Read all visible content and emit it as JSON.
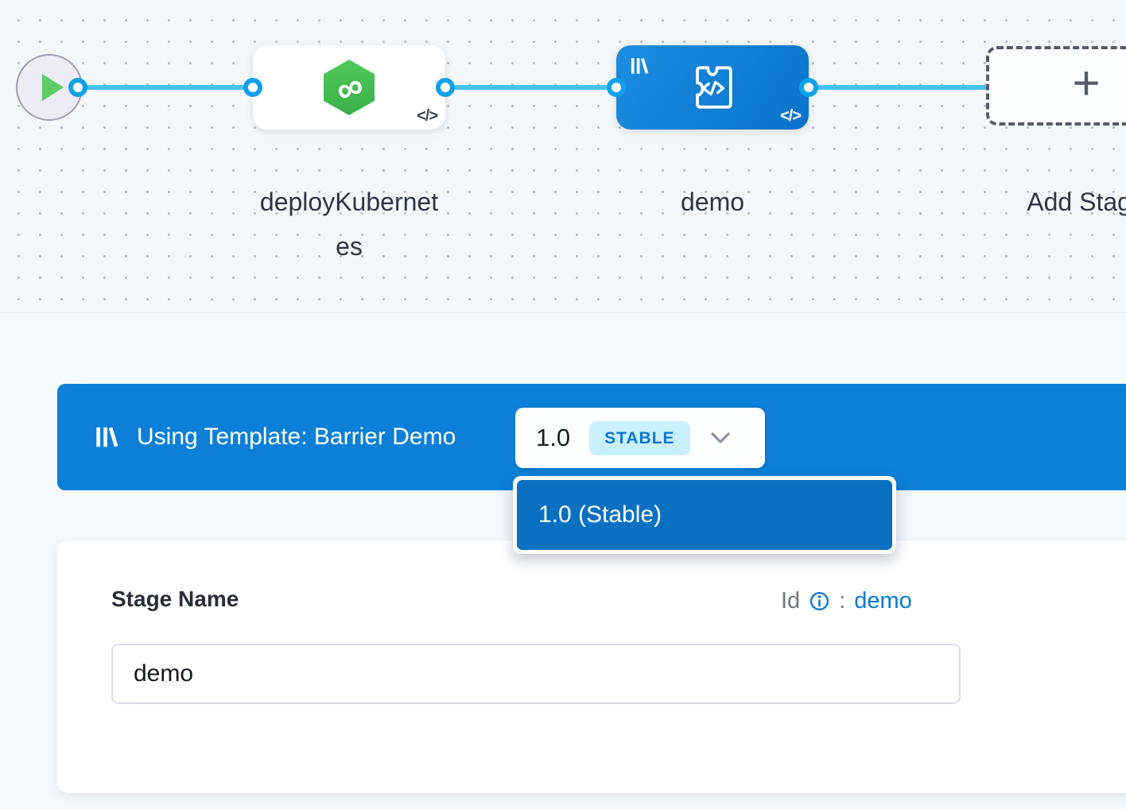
{
  "colors": {
    "accent": "#0278d5",
    "banner_blue": "#0c80d8",
    "dropdown_item_blue": "#0a70c2",
    "edge_blue": "#44c2ef",
    "node_green": "#45bc4f",
    "badge_bg": "#c9f0fc"
  },
  "canvas": {
    "nodes": [
      {
        "label": "deployKubernetes",
        "kind": "deployment-stage"
      },
      {
        "label": "demo",
        "kind": "template-stage",
        "selected": true
      }
    ],
    "add_stage_label": "Add Stage"
  },
  "template_banner": {
    "label": "Using Template: Barrier Demo",
    "version_selector": {
      "version": "1.0",
      "badge": "STABLE"
    },
    "dropdown": {
      "options": [
        {
          "label": "1.0 (Stable)",
          "selected": true
        }
      ]
    }
  },
  "stage_form": {
    "name_label": "Stage Name",
    "name_value": "demo",
    "id_label": "Id",
    "id_separator": ":",
    "id_value": "demo"
  },
  "icons": {
    "plus": "+",
    "infinity": "∞",
    "code": "</>"
  }
}
